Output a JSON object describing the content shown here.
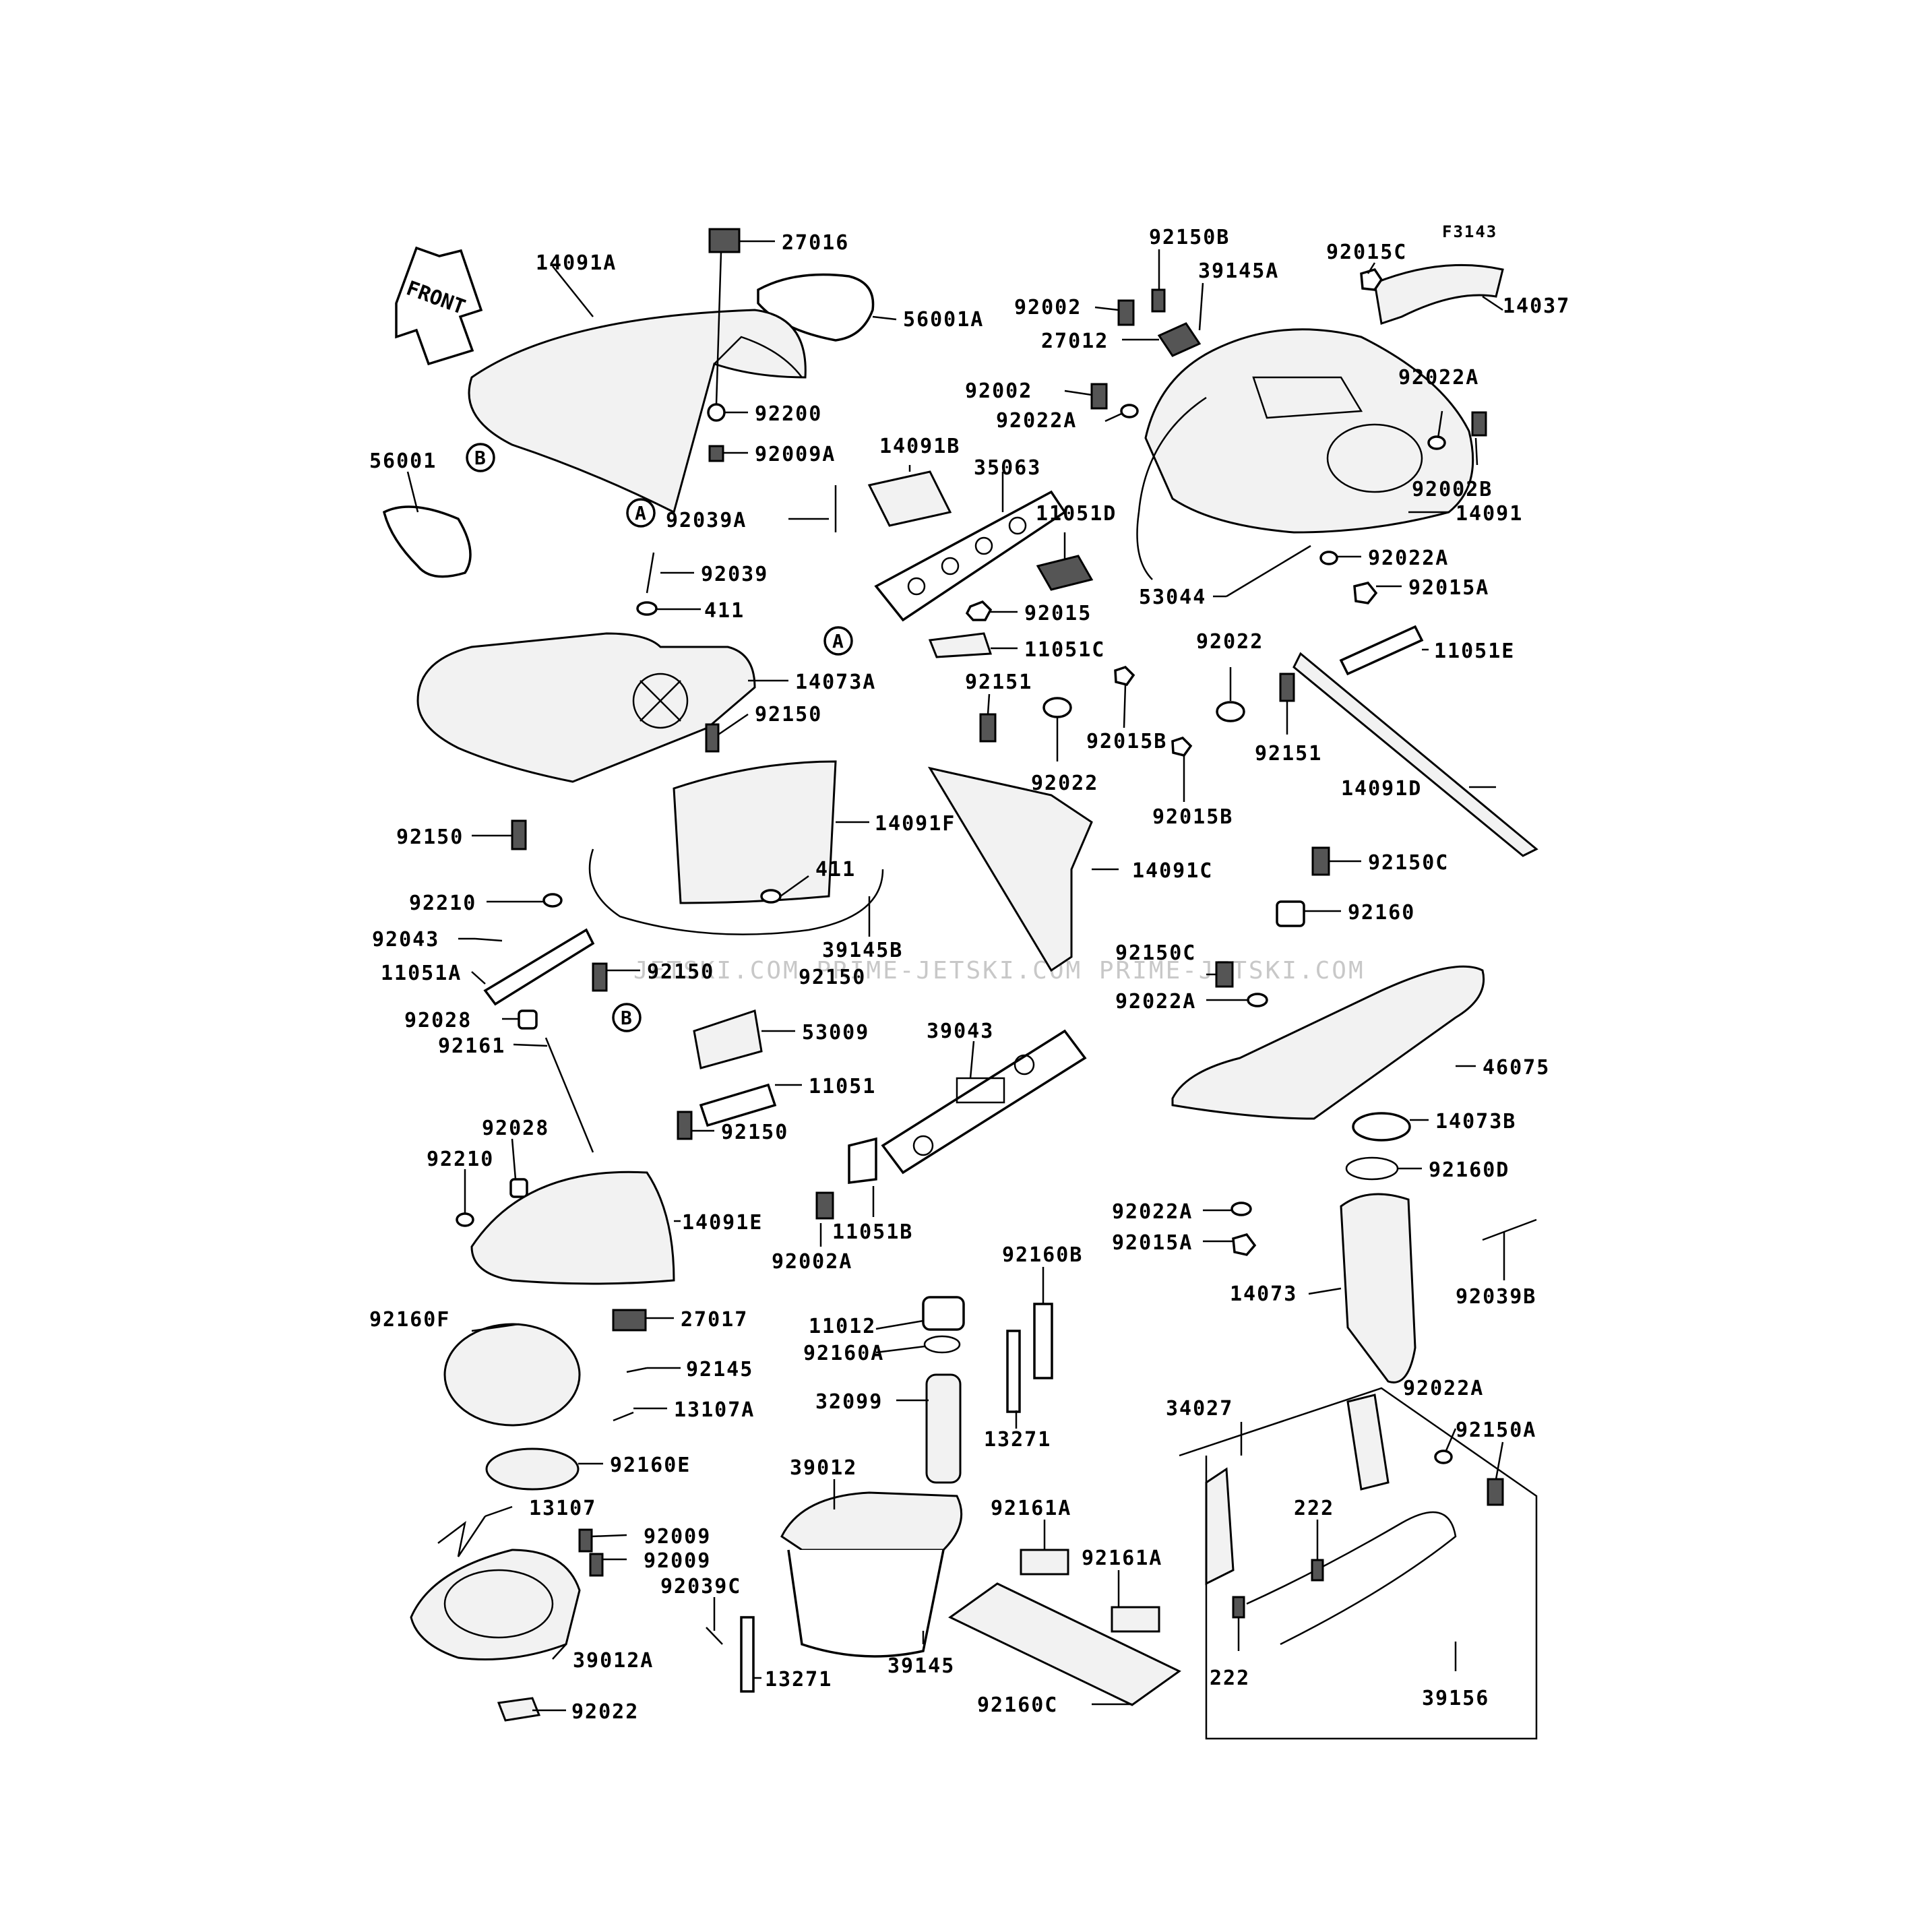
{
  "figure_code": "F3143",
  "front_label": "FRONT",
  "watermark": "JETSKI.COM   PRIME-JETSKI.COM   PRIME-JETSKI.COM",
  "callouts": {
    "a": "A",
    "b": "B"
  },
  "part_labels": [
    "27016",
    "14091A",
    "56001A",
    "92200",
    "92009A",
    "56001",
    "14091B",
    "35063",
    "92039A",
    "11051D",
    "92039",
    "411",
    "92015",
    "11051C",
    "14073A",
    "92150",
    "14091F",
    "92150",
    "411",
    "39145B",
    "92210",
    "92043",
    "11051A",
    "92150",
    "92150",
    "92028",
    "92161",
    "53009",
    "11051",
    "92150",
    "92028",
    "92210",
    "14091E",
    "39043",
    "92002A",
    "11051B",
    "27017",
    "92160F",
    "92145",
    "13107A",
    "92160E",
    "13107",
    "92009",
    "92009",
    "92039C",
    "39012A",
    "92022",
    "39012",
    "13271",
    "39145",
    "11012",
    "92160A",
    "32099",
    "13271",
    "92160B",
    "92161A",
    "92161A",
    "92160C",
    "92150B",
    "39145A",
    "92015C",
    "14037",
    "92002",
    "27012",
    "92002",
    "92022A",
    "92022A",
    "92002B",
    "14091",
    "92022A",
    "53044",
    "92015A",
    "11051E",
    "92022",
    "92151",
    "92015B",
    "92151",
    "92022",
    "92015B",
    "14091D",
    "14091C",
    "92150C",
    "92160",
    "92150C",
    "92022A",
    "46075",
    "14073B",
    "92160D",
    "92022A",
    "92015A",
    "14073",
    "92039B",
    "34027",
    "92022A",
    "92150A",
    "222",
    "222",
    "39156"
  ]
}
